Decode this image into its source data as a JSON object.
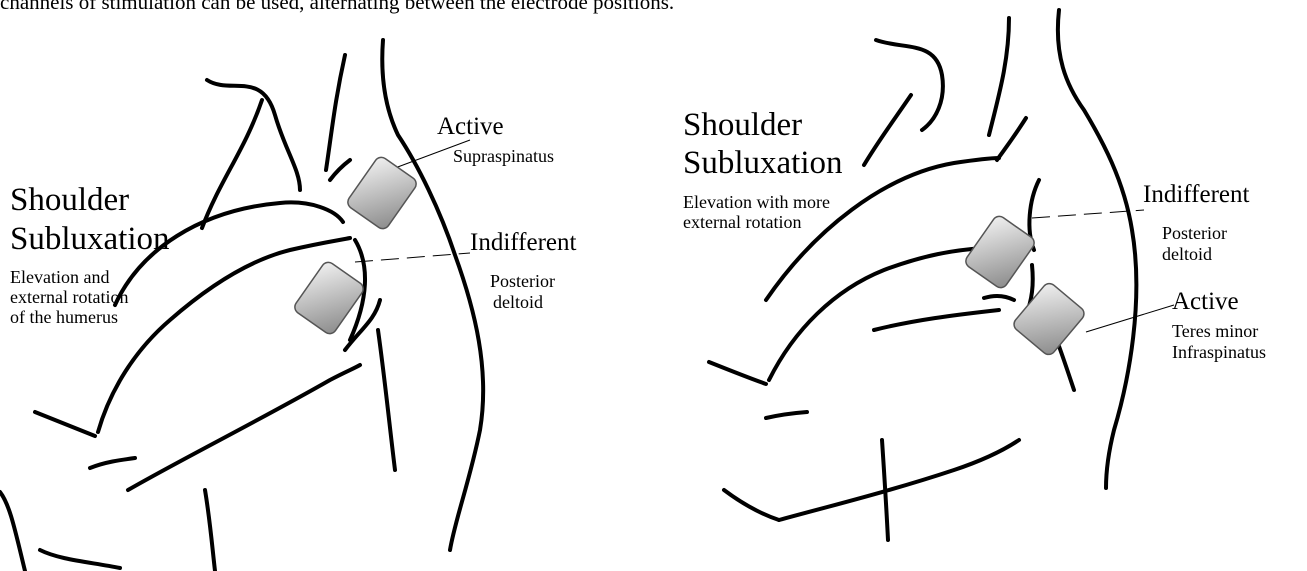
{
  "caption": "channels of stimulation can be used, alternating between the electrode positions.",
  "left_panel": {
    "title_line1": "Shoulder",
    "title_line2": "Subluxation",
    "subtitle_line1": "Elevation and",
    "subtitle_line2": "external rotation",
    "subtitle_line3": "of the humerus",
    "active_label": "Active",
    "active_muscle": "Supraspinatus",
    "indifferent_label": "Indifferent",
    "indifferent_muscle_line1": "Posterior",
    "indifferent_muscle_line2": "deltoid"
  },
  "right_panel": {
    "title_line1": "Shoulder",
    "title_line2": "Subluxation",
    "subtitle_line1": "Elevation with more",
    "subtitle_line2": "external rotation",
    "indifferent_label": "Indifferent",
    "indifferent_muscle_line1": "Posterior",
    "indifferent_muscle_line2": "deltoid",
    "active_label": "Active",
    "active_muscle_line1": "Teres minor",
    "active_muscle_line2": "Infraspinatus"
  },
  "colors": {
    "ink": "#000000",
    "electrode_light": "#efefef",
    "electrode_dark": "#8f8f8f"
  }
}
